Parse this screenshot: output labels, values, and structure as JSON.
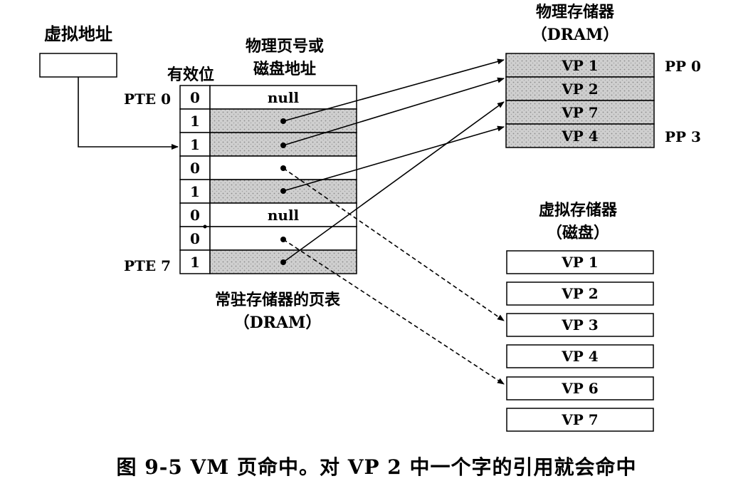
{
  "virtual_address": {
    "label": "虚拟地址"
  },
  "page_table": {
    "valid_header": "有效位",
    "addr_header_line1": "物理页号或",
    "addr_header_line2": "磁盘地址",
    "first_label": "PTE 0",
    "last_label": "PTE 7",
    "caption_line1": "常驻存储器的页表",
    "caption_line2": "（DRAM）",
    "rows": [
      {
        "valid": "0",
        "addr": "null",
        "shaded": false
      },
      {
        "valid": "1",
        "addr": "",
        "shaded": true
      },
      {
        "valid": "1",
        "addr": "",
        "shaded": true
      },
      {
        "valid": "0",
        "addr": "",
        "shaded": false
      },
      {
        "valid": "1",
        "addr": "",
        "shaded": true
      },
      {
        "valid": "0",
        "addr": "null",
        "shaded": false
      },
      {
        "valid": "0",
        "addr": "",
        "shaded": false
      },
      {
        "valid": "1",
        "addr": "",
        "shaded": true
      }
    ]
  },
  "physical_memory": {
    "title_line1": "物理存储器",
    "title_line2": "（DRAM）",
    "pages": [
      "VP 1",
      "VP 2",
      "VP 7",
      "VP 4"
    ],
    "first_label": "PP 0",
    "last_label": "PP 3"
  },
  "virtual_memory": {
    "title_line1": "虚拟存储器",
    "title_line2": "（磁盘）",
    "pages": [
      "VP 1",
      "VP 2",
      "VP 3",
      "VP 4",
      "VP 6",
      "VP 7"
    ]
  },
  "figure_caption": "图 9-5    VM 页命中。对 VP 2 中一个字的引用就会命中",
  "colors": {
    "shade": "#c8c8c8",
    "line": "#000000"
  }
}
